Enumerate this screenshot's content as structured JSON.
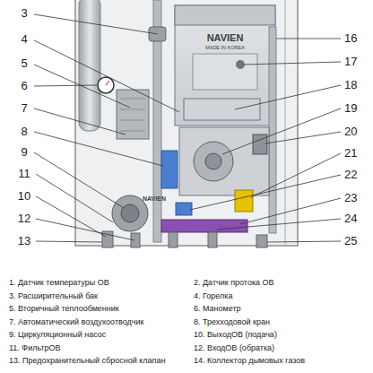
{
  "diagram": {
    "labels": [
      "3",
      "4",
      "5",
      "6",
      "7",
      "8",
      "9",
      "11",
      "10",
      "12",
      "13",
      "16",
      "17",
      "18",
      "19",
      "20",
      "21",
      "22",
      "23",
      "24",
      "25",
      "NAVIEN",
      "MADE IN KOREA",
      "NAVIEN",
      "1. Датчик температуры ОВ",
      "2. Датчик протока ОВ",
      "3. Расширительный бак",
      "4. Горелка",
      "5. Вторичный теплообменник",
      "6. Манометр",
      "7. Автоматический воздухоотводчик",
      "8. Трехходовой кран",
      "9. Циркуляционный насос",
      "10. ВыходОВ (подача)",
      "11. ФильтрОВ",
      "12. ВходОВ (обратка)",
      "13. Предохранительный сбросной клапан",
      "14. Коллектор дымовых газов"
    ]
  }
}
